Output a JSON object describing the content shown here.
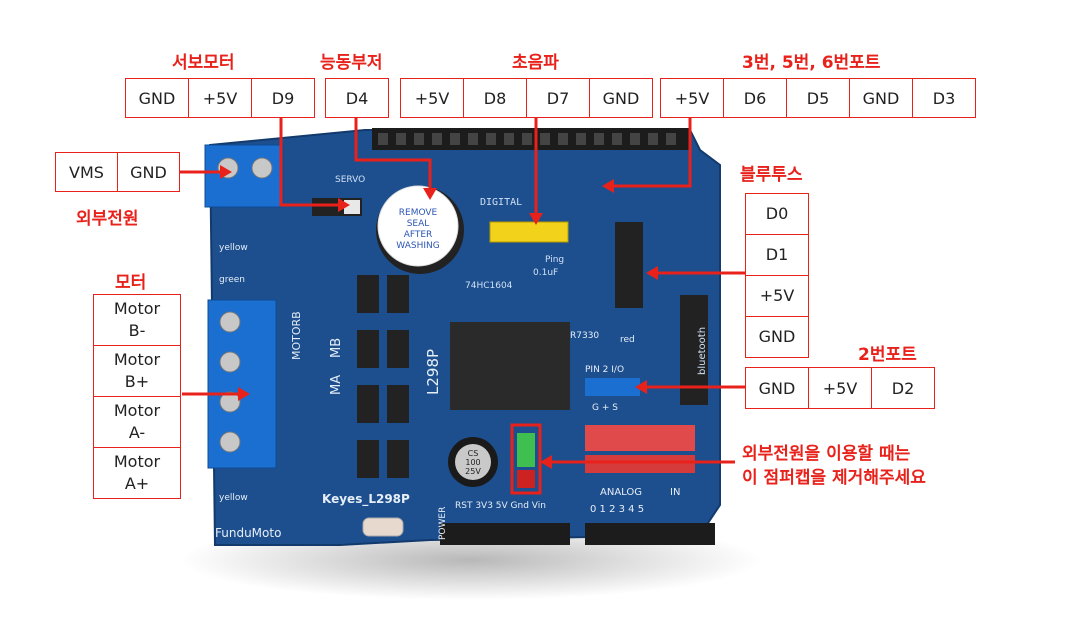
{
  "labels": {
    "servo": "서보모터",
    "buzzer": "능동부저",
    "ultrasonic": "초음파",
    "ports356": "3번, 5번, 6번포트",
    "external_power": "외부전원",
    "bluetooth": "블루투스",
    "motor": "모터",
    "port2": "2번포트",
    "jumper_note_line1": "외부전원을 이용할 때는",
    "jumper_note_line2": "이 점퍼캡을 제거해주세요"
  },
  "servo_pins": [
    "GND",
    "+5V",
    "D9"
  ],
  "buzzer_pins": [
    "D4"
  ],
  "ultrasonic_pins": [
    "+5V",
    "D8",
    "D7",
    "GND"
  ],
  "ports356_pins": [
    "+5V",
    "D6",
    "D5",
    "GND",
    "D3"
  ],
  "power_pins": [
    "VMS",
    "GND"
  ],
  "bluetooth_pins": [
    "D0",
    "D1",
    "+5V",
    "GND"
  ],
  "motor_pins": [
    {
      "l1": "Motor",
      "l2": "B-"
    },
    {
      "l1": "Motor",
      "l2": "B+"
    },
    {
      "l1": "Motor",
      "l2": "A-"
    },
    {
      "l1": "Motor",
      "l2": "A+"
    }
  ],
  "port2_pins": [
    "GND",
    "+5V",
    "D2"
  ],
  "board": {
    "digital": "DIGITAL",
    "servo": "SERVO",
    "remove_seal": [
      "REMOVE",
      "SEAL",
      "AFTER",
      "WASHING"
    ],
    "ping": "Ping",
    "chip_74": "74HC1604",
    "cap": "0.1uF",
    "chip_l298p": "L298P",
    "motorb": "MOTORB",
    "ma": "MA",
    "mb": "MB",
    "cap_cs": [
      "CS",
      "100",
      "25V"
    ],
    "keyes": "Keyes_L298P",
    "fundumoto": "FunduMoto",
    "bluetooth_silk": "bluetooth",
    "pin2": "PIN 2 I/O",
    "gs": "G  +  S",
    "analog": "ANALOG",
    "analog_in": "IN",
    "analog_nums": "0  1  2  3  4  5",
    "power_row": "RST 3V3  5V  Gnd  Vin",
    "yellow": "yellow",
    "green": "green",
    "red": "red",
    "r7330": "R7330",
    "power": "POWER"
  },
  "colors": {
    "accent": "#e8221b",
    "board": "#1d4f8e",
    "terminal": "#1a6fd1",
    "header": "#222222"
  }
}
